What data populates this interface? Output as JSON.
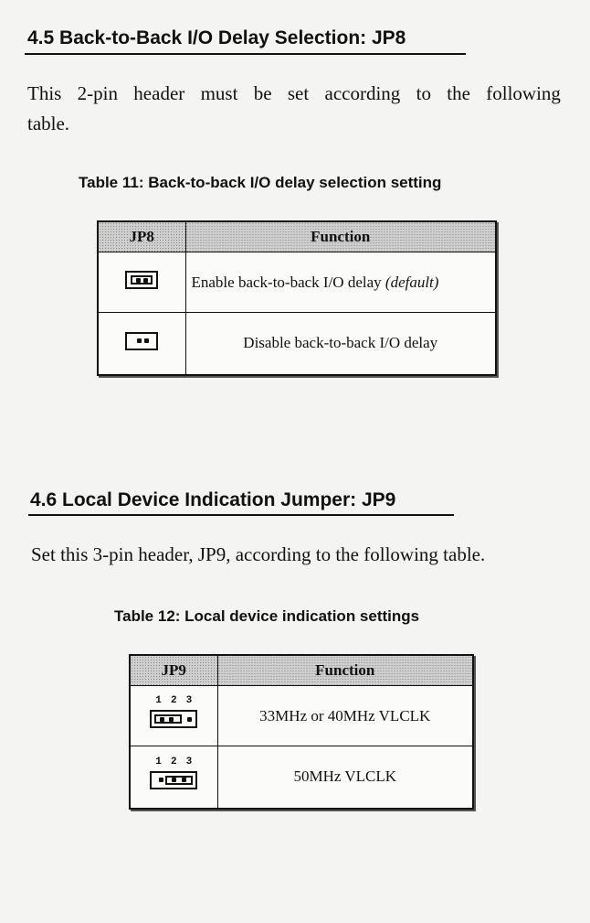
{
  "section1": {
    "heading": "4.5 Back-to-Back I/O Delay Selection: JP8",
    "para_line1_words": [
      "This",
      "2-pin",
      "header",
      "must",
      "be",
      "set",
      "according",
      "to",
      "the",
      "following"
    ],
    "para_line2": "table.",
    "table_caption": "Table 11: Back-to-back I/O delay selection setting",
    "table": {
      "headers": [
        "JP8",
        "Function"
      ],
      "rows": [
        {
          "icon": "jumper-2pin-closed-icon",
          "text": "Enable back-to-back I/O delay",
          "note": "(default)"
        },
        {
          "icon": "jumper-2pin-open-icon",
          "text": "Disable back-to-back I/O delay",
          "note": ""
        }
      ]
    }
  },
  "section2": {
    "heading": "4.6 Local Device Indication Jumper: JP9",
    "para": "Set this 3-pin header, JP9, according to the following table.",
    "table_caption": "Table 12: Local device indication settings",
    "table": {
      "headers": [
        "JP9",
        "Function"
      ],
      "pin_numbers": [
        "1",
        "2",
        "3"
      ],
      "rows": [
        {
          "icon": "jumper-3pin-1-2-closed-icon",
          "text": "33MHz or 40MHz VLCLK"
        },
        {
          "icon": "jumper-3pin-2-3-closed-icon",
          "text": "50MHz VLCLK"
        }
      ]
    }
  }
}
